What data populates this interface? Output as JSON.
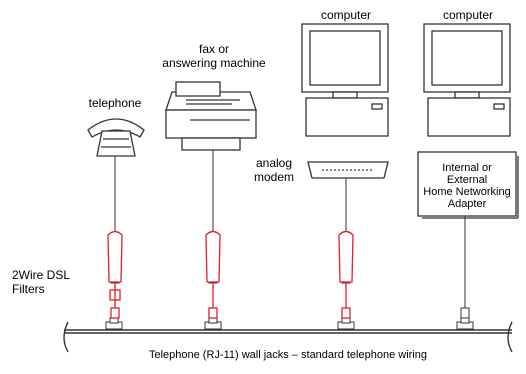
{
  "labels": {
    "telephone": "telephone",
    "fax_line1": "fax or",
    "fax_line2": "answering machine",
    "computer_1": "computer",
    "computer_2": "computer",
    "analog_line1": "analog",
    "analog_line2": "modem",
    "filters_line1": "2Wire DSL",
    "filters_line2": "Filters",
    "adapter_line1": "Internal or",
    "adapter_line2": "External",
    "adapter_line3": "Home Networking",
    "adapter_line4": "Adapter",
    "wiring_caption": "Telephone (RJ-11) wall jacks – standard telephone wiring"
  },
  "colors": {
    "filter_red": "#e0202a",
    "line": "#333333",
    "device_fill": "#ffffff"
  }
}
